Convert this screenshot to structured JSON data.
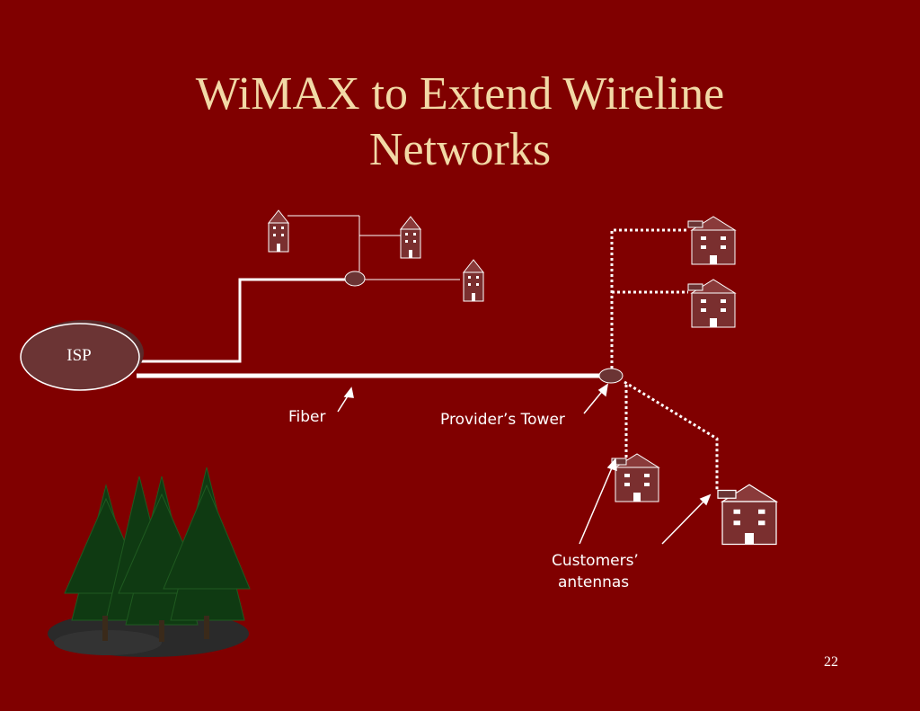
{
  "slide": {
    "title_line1": "WiMAX to Extend Wireline",
    "title_line2": "Networks",
    "page_number": "22"
  },
  "diagram": {
    "isp_label": "ISP",
    "fiber_label": "Fiber",
    "tower_label": "Provider’s Tower",
    "antennas_label_line1": "Customers’",
    "antennas_label_line2": "antennas"
  },
  "colors": {
    "background": "#800000",
    "title": "#f2d9a6",
    "building": "#7a2f2f",
    "node": "#6b3434",
    "tree": "#0f3a12"
  }
}
